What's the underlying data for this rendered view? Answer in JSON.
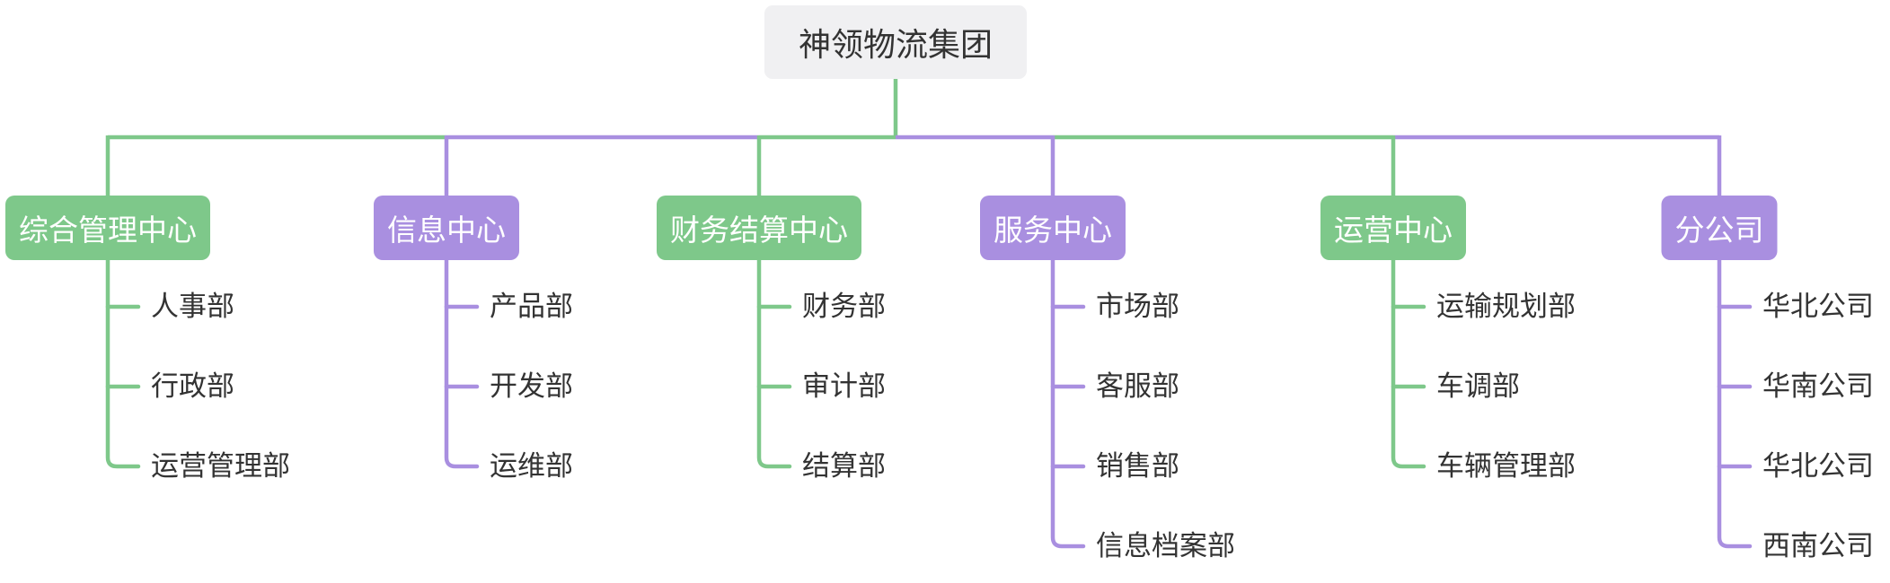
{
  "diagram": {
    "root": {
      "label": "神领物流集团"
    },
    "branches": [
      {
        "label": "综合管理中心",
        "color": "green",
        "children": [
          "人事部",
          "行政部",
          "运营管理部"
        ]
      },
      {
        "label": "信息中心",
        "color": "purple",
        "children": [
          "产品部",
          "开发部",
          "运维部"
        ]
      },
      {
        "label": "财务结算中心",
        "color": "green",
        "children": [
          "财务部",
          "审计部",
          "结算部"
        ]
      },
      {
        "label": "服务中心",
        "color": "purple",
        "children": [
          "市场部",
          "客服部",
          "销售部",
          "信息档案部"
        ]
      },
      {
        "label": "运营中心",
        "color": "green",
        "children": [
          "运输规划部",
          "车调部",
          "车辆管理部"
        ]
      },
      {
        "label": "分公司",
        "color": "purple",
        "children": [
          "华北公司",
          "华南公司",
          "华北公司",
          "西南公司"
        ]
      }
    ],
    "colors": {
      "green": "#7ec88a",
      "purple": "#a98fe0",
      "root_bg": "#f0f0f2",
      "root_text": "#333333",
      "branch_text": "#ffffff",
      "child_text": "#333333",
      "canvas_bg": "#ffffff"
    }
  }
}
